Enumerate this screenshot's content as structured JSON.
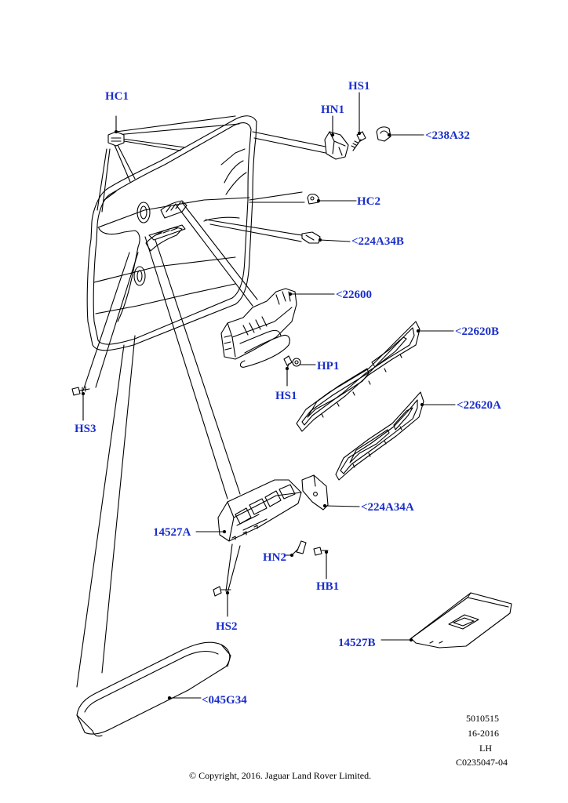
{
  "callouts": {
    "hc1": "HC1",
    "hs1_top": "HS1",
    "hn1": "HN1",
    "p238a32": "<238A32",
    "hc2": "HC2",
    "p224a34b": "<224A34B",
    "p22600": "<22600",
    "p22620b": "<22620B",
    "hp1": "HP1",
    "hs1_mid": "HS1",
    "p22620a": "<22620A",
    "hs3": "HS3",
    "p224a34a": "<224A34A",
    "p14527a": "14527A",
    "hn2": "HN2",
    "hb1": "HB1",
    "hs2": "HS2",
    "p14527b": "14527B",
    "p045g34": "<045G34"
  },
  "meta": {
    "code1": "5010515",
    "date": "16-2016",
    "side": "LH",
    "ref": "C0235047-04"
  },
  "copyright": "© Copyright, 2016. Jaguar Land Rover Limited.",
  "label_color": "#1a2ecc"
}
